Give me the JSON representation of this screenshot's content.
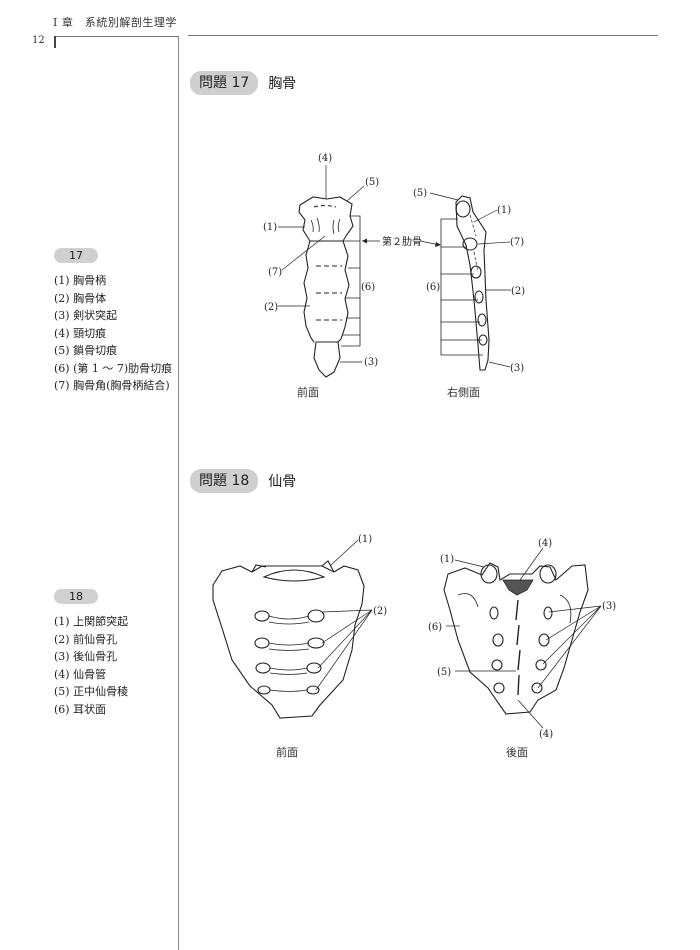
{
  "header": {
    "running_head": "I 章　系統別解剖生理学",
    "page_number": "12"
  },
  "sidebar": {
    "answers": [
      {
        "badge": "17",
        "items": [
          "(1) 胸骨柄",
          "(2) 胸骨体",
          "(3) 剣状突起",
          "(4) 頸切痕",
          "(5) 鎖骨切痕",
          "(6) (第 1 ～ 7)肋骨切痕",
          "(7) 胸骨角(胸骨柄結合)"
        ]
      },
      {
        "badge": "18",
        "items": [
          "(1) 上関節突起",
          "(2) 前仙骨孔",
          "(3) 後仙骨孔",
          "(4) 仙骨管",
          "(5) 正中仙骨稜",
          "(6) 耳状面"
        ]
      }
    ]
  },
  "questions": [
    {
      "badge": "問題 17",
      "title": "胸骨",
      "figures": [
        {
          "caption": "前面",
          "labels": {
            "l1": "(1)",
            "l2": "(2)",
            "l3": "(3)",
            "l4": "(4)",
            "l5": "(5)",
            "l6": "(6)",
            "l7": "(7)"
          }
        },
        {
          "caption": "右側面",
          "labels": {
            "l1": "(1)",
            "l2": "(2)",
            "l3": "(3)",
            "l5": "(5)",
            "l6": "(6)",
            "l7": "(7)"
          }
        }
      ],
      "shared_label": "第２肋骨"
    },
    {
      "badge": "問題 18",
      "title": "仙骨",
      "figures": [
        {
          "caption": "前面",
          "labels": {
            "l1": "(1)",
            "l2": "(2)"
          }
        },
        {
          "caption": "後面",
          "labels": {
            "l1": "(1)",
            "l3": "(3)",
            "l4a": "(4)",
            "l4b": "(4)",
            "l5": "(5)",
            "l6": "(6)"
          }
        }
      ]
    }
  ]
}
